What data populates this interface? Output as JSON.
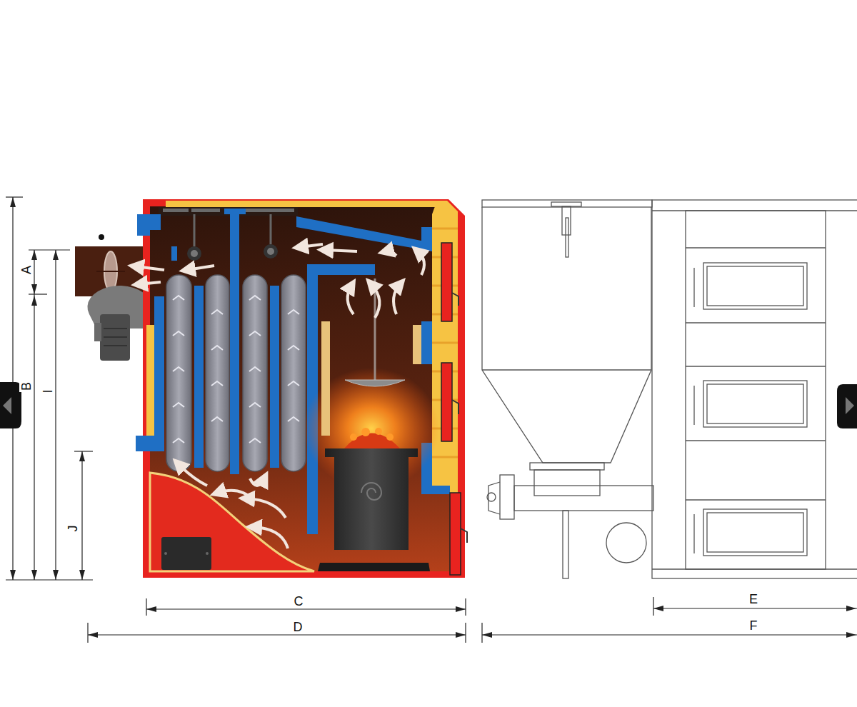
{
  "diagram": {
    "labels": [
      "A",
      "B",
      "I",
      "J",
      "C",
      "D",
      "E",
      "F"
    ]
  }
}
